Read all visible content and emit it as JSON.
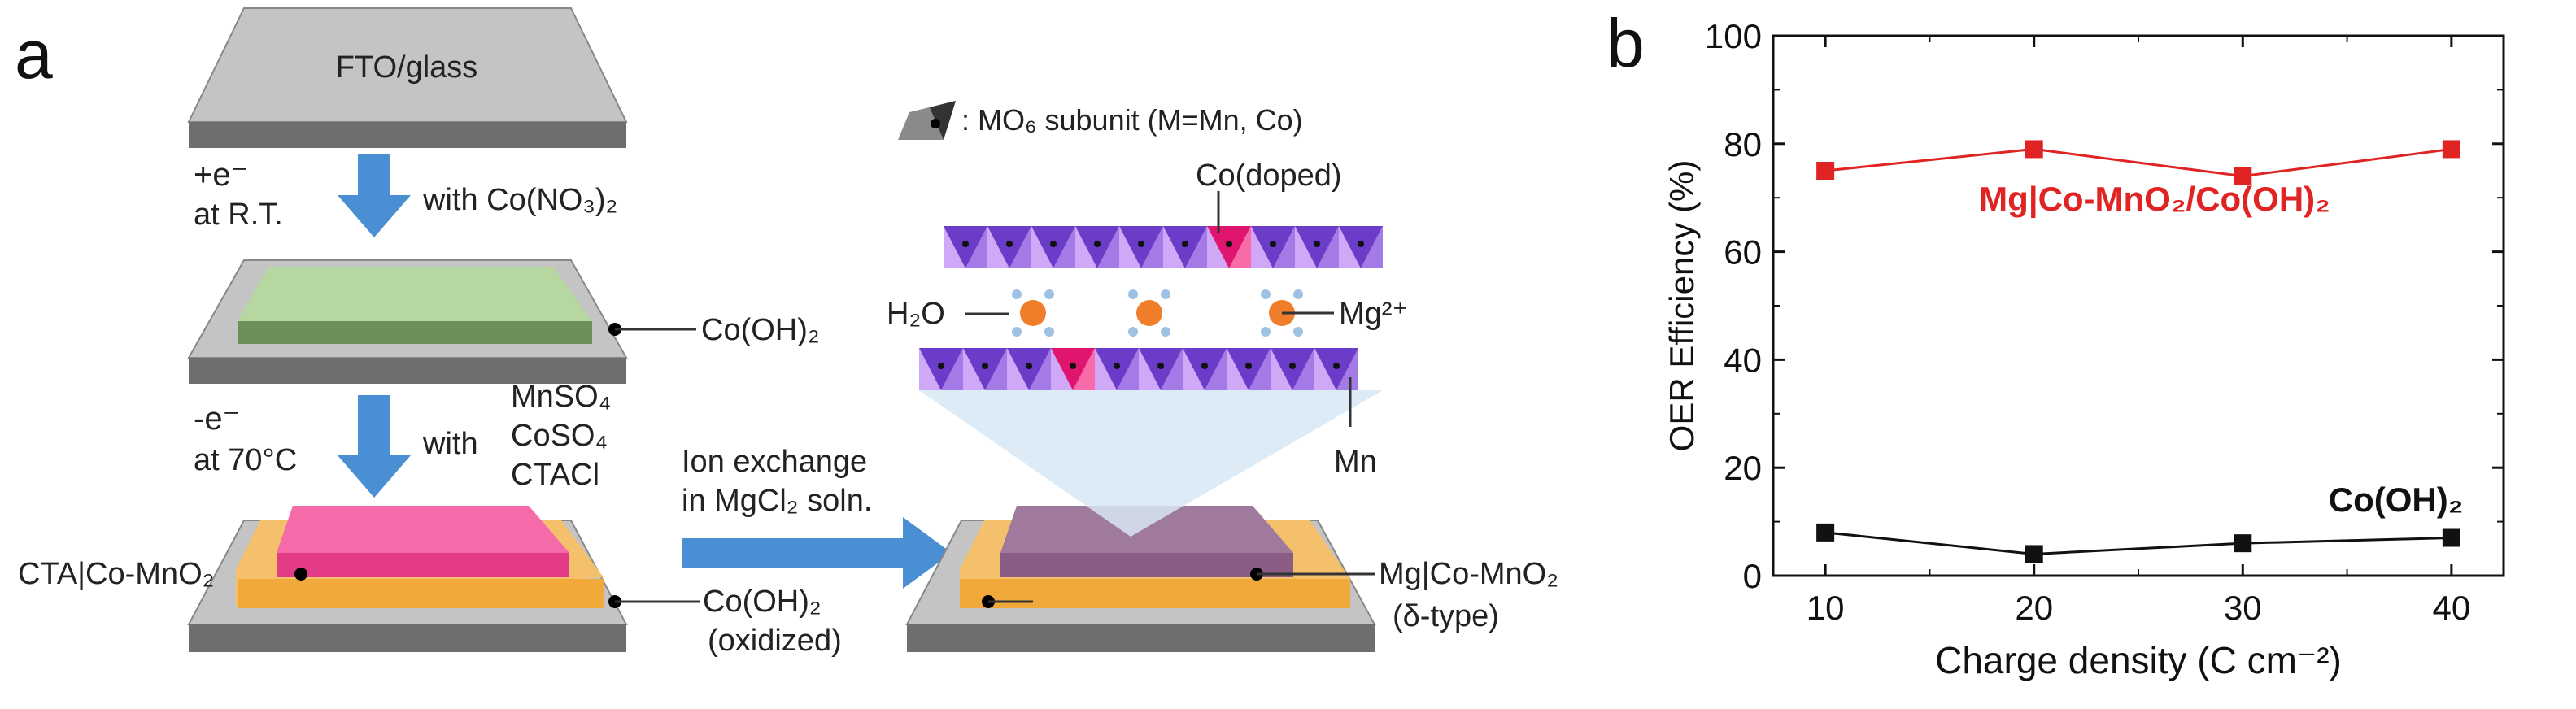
{
  "panel_a": {
    "label": "a",
    "fto_label": "FTO/glass",
    "step1": {
      "charge": "+e⁻",
      "condition": "at R.T.",
      "reagent": "with Co(NO₃)₂"
    },
    "coh2_label": "Co(OH)₂",
    "step2": {
      "charge": "-e⁻",
      "condition": "at 70°C",
      "with": "with",
      "reagents": [
        "MnSO₄",
        "CoSO₄",
        "CTACl"
      ]
    },
    "cta_label": "CTA|Co-MnO₂",
    "coh2_oxidized_label": "Co(OH)₂",
    "oxidized_note": "(oxidized)",
    "ion_exchange": [
      "Ion exchange",
      "in MgCl₂ soln."
    ],
    "mg_label": "Mg|Co-MnO₂",
    "delta_label": "(δ-type)",
    "legend_text": ": MO₆ subunit (M=Mn, Co)",
    "co_doped_label": "Co(doped)",
    "h2o_label": "H₂O",
    "mg_ion_label": "Mg²⁺",
    "mn_label": "Mn",
    "colors": {
      "arrow": "#4a8fd4",
      "green": "#a9d08e",
      "pink": "#f0468c",
      "orange": "#f4b942",
      "purple": "#7b4fd0",
      "light_purple": "#c9a3f5",
      "mg_ion": "#f07d2a"
    }
  },
  "panel_b": {
    "label": "b",
    "chart_data": {
      "type": "line",
      "xlabel": "Charge density (C cm⁻²)",
      "ylabel": "OER Efficiency (%)",
      "x": [
        10,
        20,
        30,
        40
      ],
      "xlim": [
        7.5,
        42.5
      ],
      "ylim": [
        0,
        100
      ],
      "xticks": [
        "10",
        "20",
        "30",
        "40"
      ],
      "yticks": [
        "0",
        "20",
        "40",
        "60",
        "80",
        "100"
      ],
      "grid": false,
      "series": [
        {
          "name": "Mg|Co-MnO₂/Co(OH)₂",
          "values": [
            75,
            79,
            74,
            79
          ],
          "color": "#e02424"
        },
        {
          "name": "Co(OH)₂",
          "values": [
            8,
            4,
            6,
            7
          ],
          "color": "#111111"
        }
      ]
    }
  }
}
